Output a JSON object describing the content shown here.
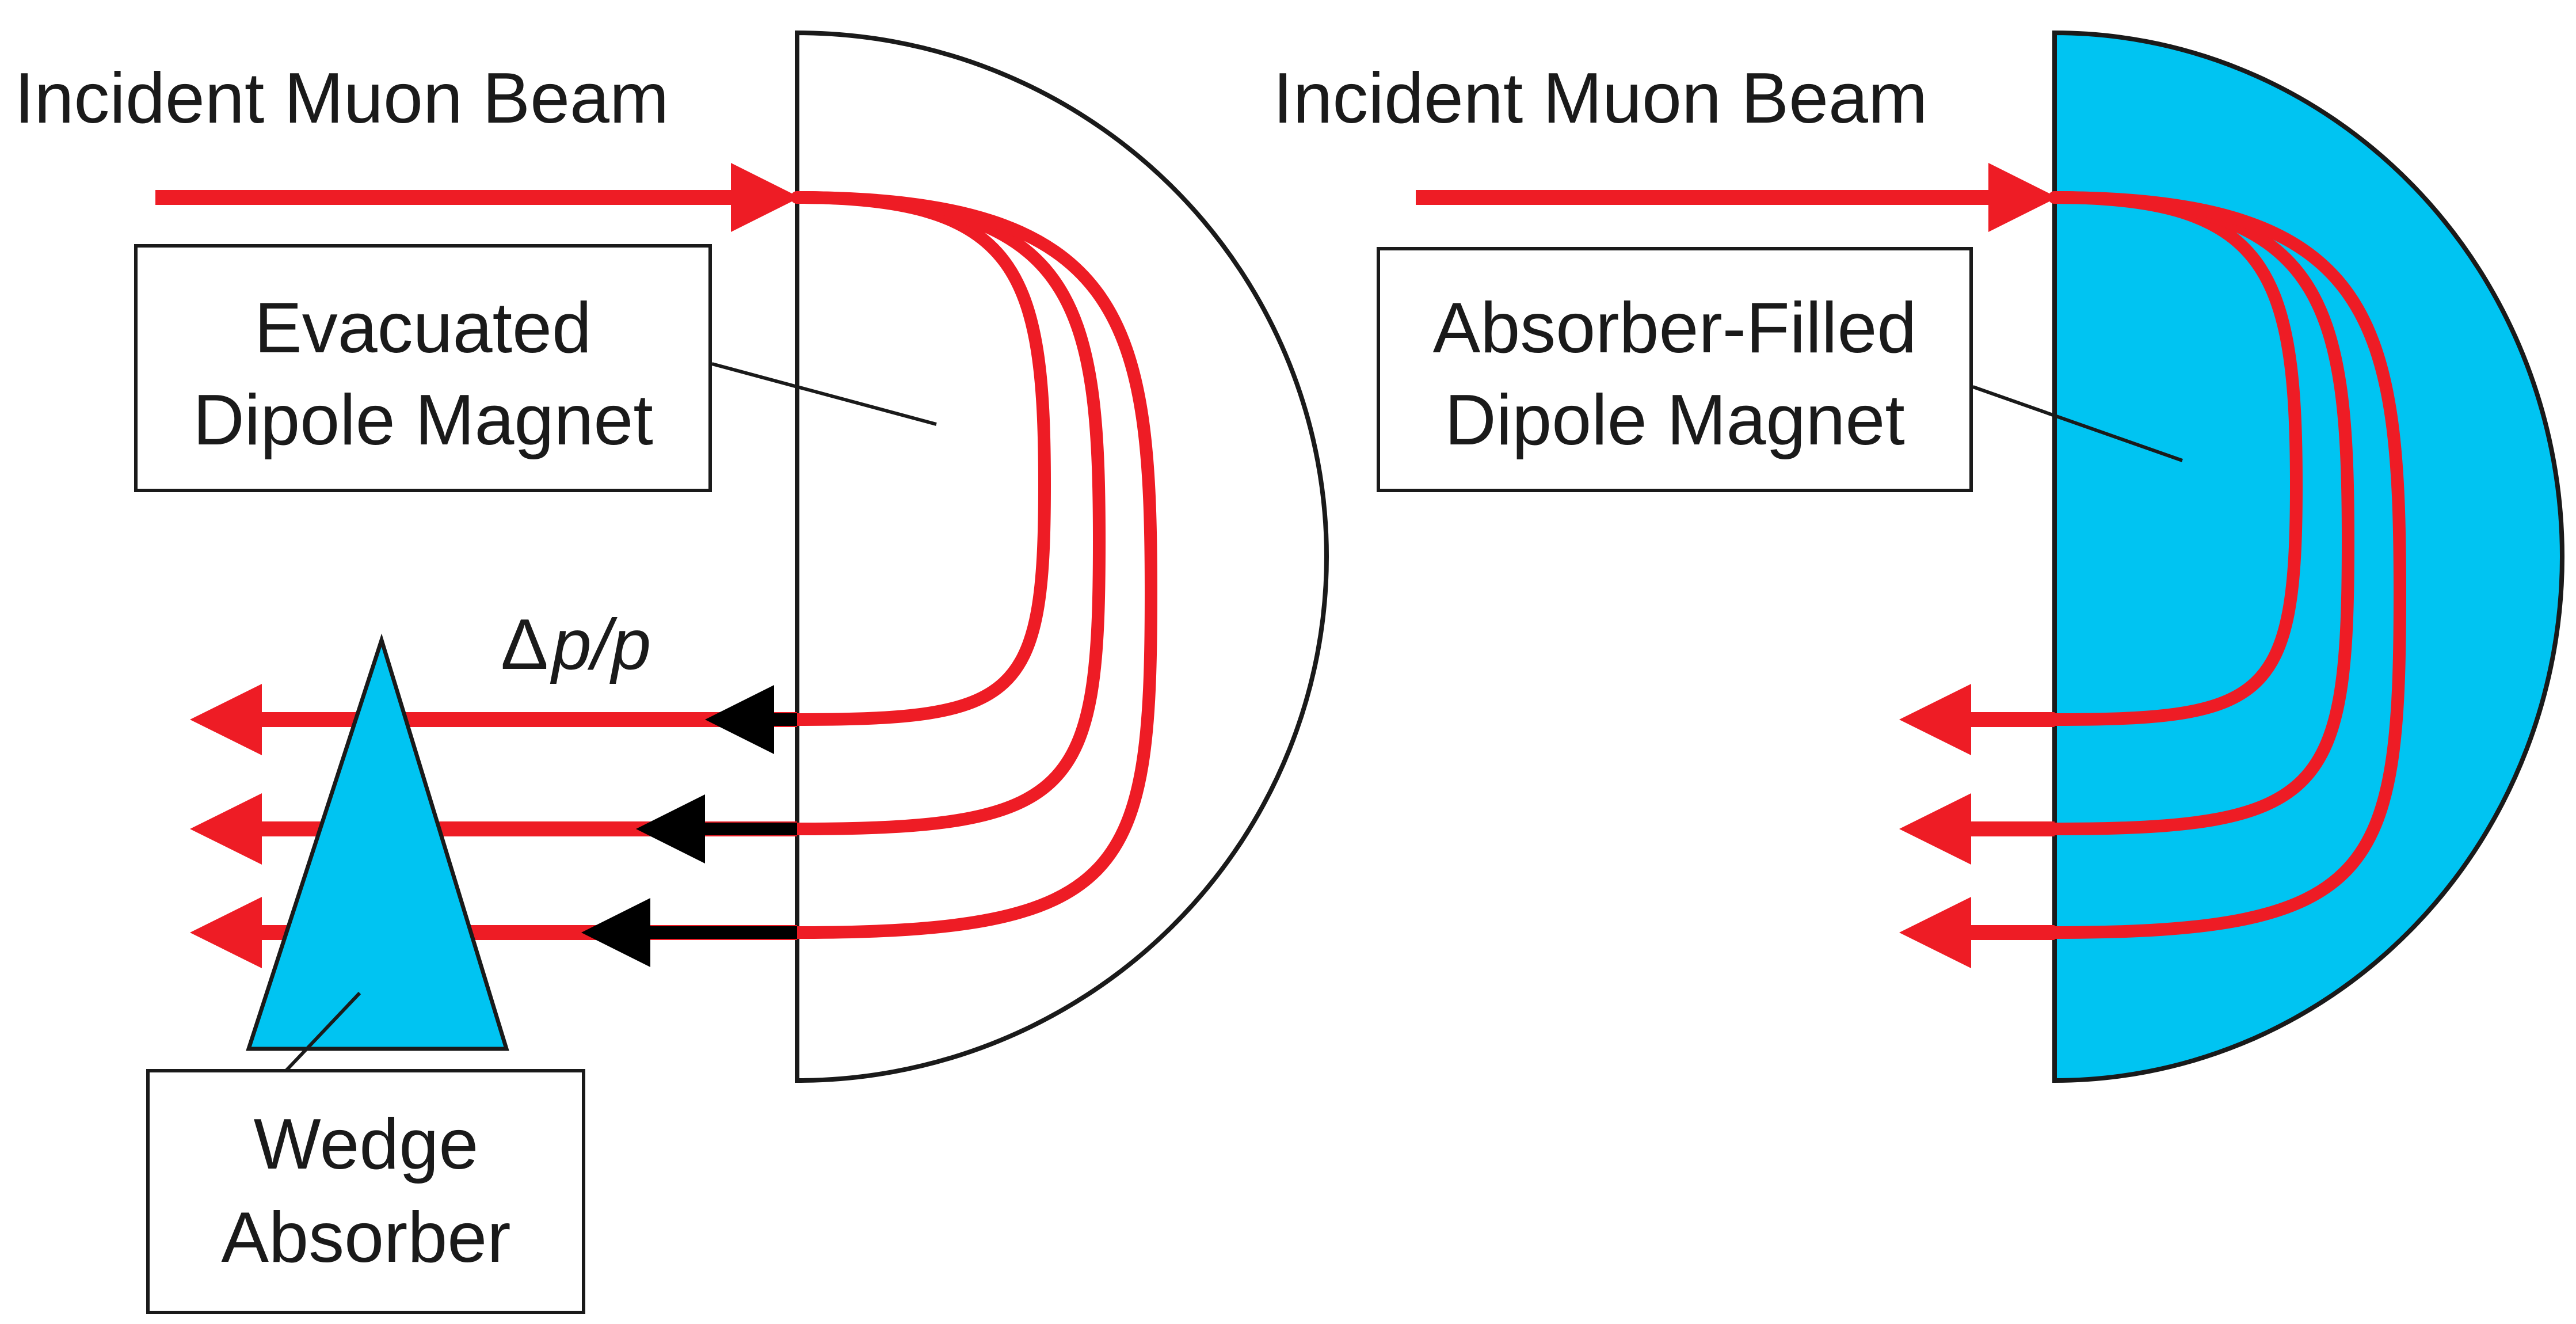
{
  "left_panel": {
    "beam_label": "Incident Muon Beam",
    "magnet_box": {
      "line1": "Evacuated",
      "line2": "Dipole Magnet"
    },
    "delta_label": {
      "symbol": "Δ",
      "text": "p/p"
    },
    "wedge_box": {
      "line1": "Wedge",
      "line2": "Absorber"
    }
  },
  "right_panel": {
    "beam_label": "Incident Muon Beam",
    "magnet_box": {
      "line1": "Absorber-Filled",
      "line2": "Dipole Magnet"
    }
  },
  "colors": {
    "beam": "#ee1c25",
    "absorber": "#00c4f2",
    "outline": "#1a1a1a",
    "momentum_arrow": "#000000",
    "background": "#ffffff"
  }
}
